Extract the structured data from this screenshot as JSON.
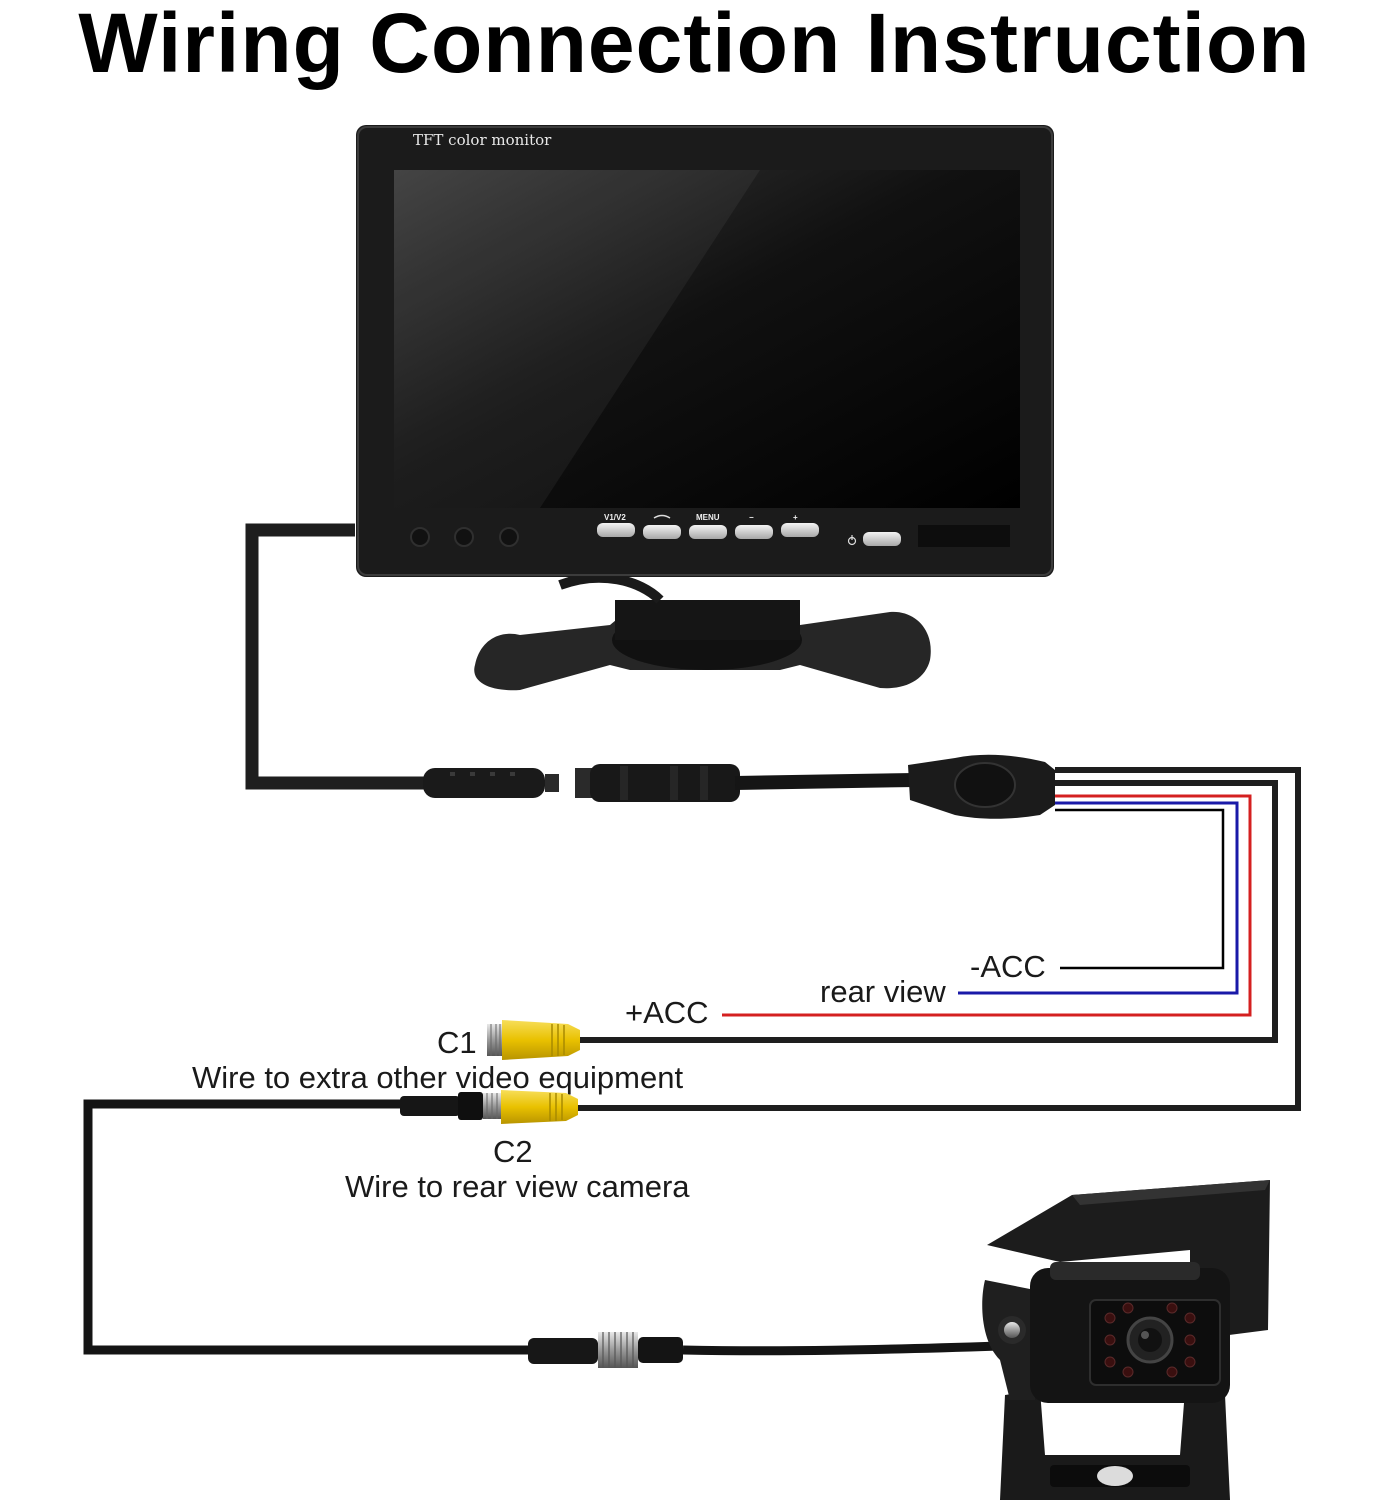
{
  "title": "Wiring Connection Instruction",
  "monitor": {
    "brand_label": "TFT color monitor",
    "buttons": [
      "V1/V2",
      "",
      "MENU",
      "−",
      "+"
    ],
    "power_icon": "power-icon"
  },
  "labels": {
    "minus_acc": "-ACC",
    "rear_view": "rear view",
    "plus_acc": "+ACC",
    "c1": "C1",
    "c1_desc": "Wire to extra other video equipment",
    "c2": "C2",
    "c2_desc": "Wire to rear view camera"
  },
  "colors": {
    "minus_acc_wire": "#000000",
    "rear_view_wire": "#1a1aa8",
    "plus_acc_wire": "#d42020",
    "rca_yellow": "#f2cc1a"
  }
}
